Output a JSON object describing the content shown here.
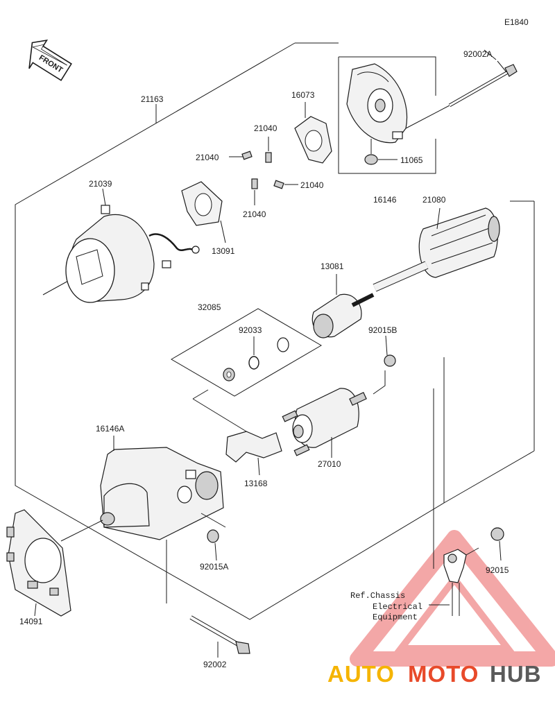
{
  "diagram_code": "E1840",
  "front_badge": "FRONT",
  "parts": {
    "p21163": "21163",
    "p16073": "16073",
    "p92002A": "92002A",
    "p21040a": "21040",
    "p21040b": "21040",
    "p21040c": "21040",
    "p21040d": "21040",
    "p11065": "11065",
    "p16146": "16146",
    "p21039": "21039",
    "p13091": "13091",
    "p21080": "21080",
    "p13081": "13081",
    "p32085": "32085",
    "p92033": "92033",
    "p92015B": "92015B",
    "p16146A": "16146A",
    "p27010": "27010",
    "p13168": "13168",
    "p92015A": "92015A",
    "p92015": "92015",
    "p14091": "14091",
    "p92002": "92002"
  },
  "reference": {
    "line1": "Ref.Chassis",
    "line2": "Electrical",
    "line3": "Equipment"
  },
  "watermark": {
    "auto": "AUTO",
    "moto": "MOTO",
    "hub": "HUB",
    "color_triangle": "#f08a8a",
    "color_auto": "#f5b400",
    "color_moto": "#e84a2a",
    "color_hub": "#5a5a5a"
  }
}
